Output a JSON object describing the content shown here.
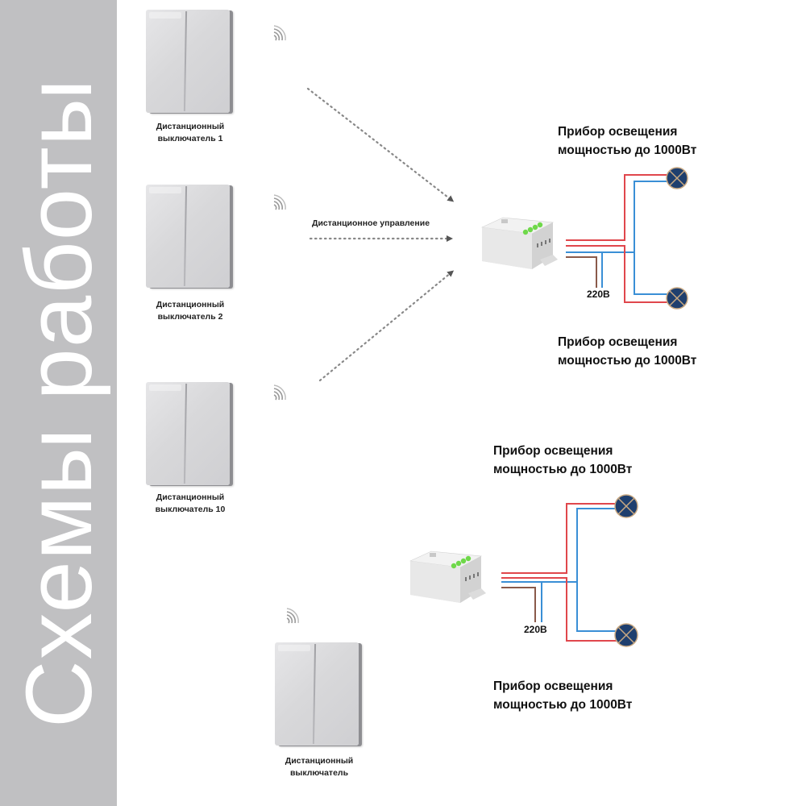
{
  "sidebar": {
    "title": "Схемы работы",
    "color": "#c0c0c2"
  },
  "switches": [
    {
      "caption_line1": "Дистанционный",
      "caption_line2": "выключатель 1"
    },
    {
      "caption_line1": "Дистанционный",
      "caption_line2": "выключатель 2"
    },
    {
      "caption_line1": "Дистанционный",
      "caption_line2": "выключатель 10"
    },
    {
      "caption_line1": "Дистанционный",
      "caption_line2": "выключатель"
    }
  ],
  "remote_control_label": "Дистанционное управление",
  "diagram1": {
    "lamp_top": {
      "line1": "Прибор освещения",
      "line2": "мощностью до 1000Вт"
    },
    "lamp_bottom": {
      "line1": "Прибор освещения",
      "line2": "мощностью до 1000Вт"
    },
    "voltage": "220В"
  },
  "diagram2": {
    "lamp_top": {
      "line1": "Прибор освещения",
      "line2": "мощностью до 1000Вт"
    },
    "lamp_bottom": {
      "line1": "Прибор освещения",
      "line2": "мощностью до 1000Вт"
    },
    "voltage": "220В"
  },
  "colors": {
    "phase_wire": "#e0474c",
    "neutral_wire": "#3a8fd6",
    "supply_wire": "#8a5a4a",
    "lamp_fill": "#1f3f6e",
    "lamp_cross": "#c8a882",
    "relay_button": "#6fd84a"
  }
}
